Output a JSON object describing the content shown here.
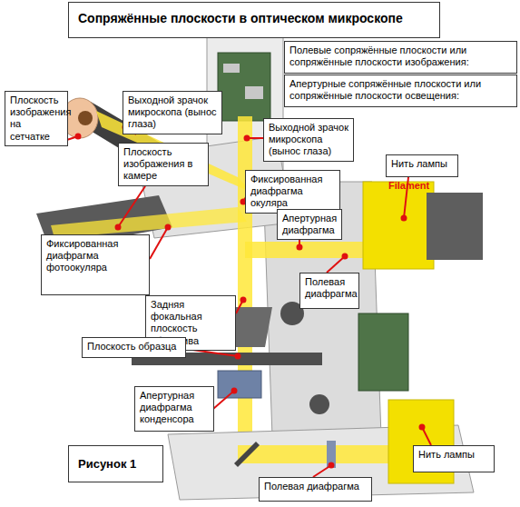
{
  "diagram": {
    "title": "Сопряжённые плоскости в оптическом микроскопе",
    "caption": "Рисунок 1",
    "nodes": [
      {
        "text": [
          "Полевые сопряжённые плоскости или сопряжённые плоскости изображения:"
        ]
      },
      {
        "text": [
          "Апертурные сопряжённые плоскости или сопряжённые плоскости освещения:"
        ]
      },
      {
        "text": [
          "Плоскость изображения на сетчатке"
        ]
      },
      {
        "text": [
          "Выходной зрачок микроскопа (вынос глаза)"
        ]
      },
      {
        "text": [
          "Выходной зрачок микроскопа (вынос глаза)"
        ]
      },
      {
        "text": [
          "Плоскость изображения в камере"
        ]
      },
      {
        "text": [
          "Нить лампы"
        ]
      },
      {
        "text": [
          "Фиксированная диафрагма окуляра"
        ]
      },
      {
        "text": [
          "Апертурная диафрагма"
        ]
      },
      {
        "text": [
          "Фиксированная диафрагма фотоокуляра"
        ]
      },
      {
        "text": [
          "Полевая диафрагма"
        ]
      },
      {
        "text": [
          "Задняя фокальная плоскость объектива"
        ]
      },
      {
        "text": [
          "Плоскость образца"
        ]
      },
      {
        "text": [
          "Апертурная диафрагма конденсора"
        ]
      },
      {
        "text": [
          "Нить лампы"
        ]
      },
      {
        "text": [
          "Полевая диафрагма"
        ]
      }
    ],
    "labels": [
      "Filament"
    ]
  }
}
